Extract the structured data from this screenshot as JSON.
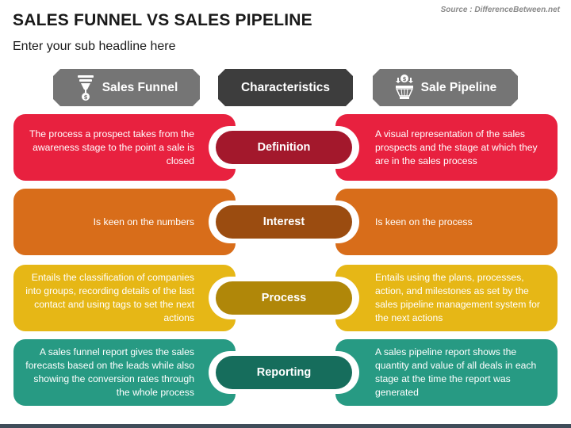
{
  "title": "SALES FUNNEL VS SALES PIPELINE",
  "subtitle": "Enter your sub headline here",
  "source": "Source : DifferenceBetween.net",
  "headers": {
    "left": "Sales Funnel",
    "center": "Characteristics",
    "right": "Sale Pipeline",
    "left_icon": "funnel-icon",
    "right_icon": "pipeline-icon"
  },
  "rows": [
    {
      "label": "Definition",
      "left": "The process a prospect takes from the awareness stage to the point a sale is closed",
      "right": "A visual representation of the sales prospects and the stage at which they are in the sales process",
      "color": "#e8213f",
      "pill_color": "#a3182c"
    },
    {
      "label": "Interest",
      "left": "Is keen on the numbers",
      "right": "Is keen on the process",
      "color": "#d86d1a",
      "pill_color": "#9b4c10"
    },
    {
      "label": "Process",
      "left": "Entails the classification of companies into groups, recording details of the last contact and using tags to set the next actions",
      "right": "Entails using the plans, processes, action, and milestones as set by the sales pipeline management system for the next actions",
      "color": "#e6b716",
      "pill_color": "#b08709"
    },
    {
      "label": "Reporting",
      "left": "A sales funnel report gives the sales forecasts based on the leads while also showing the conversion rates through the whole process",
      "right": "A sales pipeline report shows the quantity and value of all deals in each stage at the time the report was generated",
      "color": "#279a83",
      "pill_color": "#166d5c"
    }
  ]
}
